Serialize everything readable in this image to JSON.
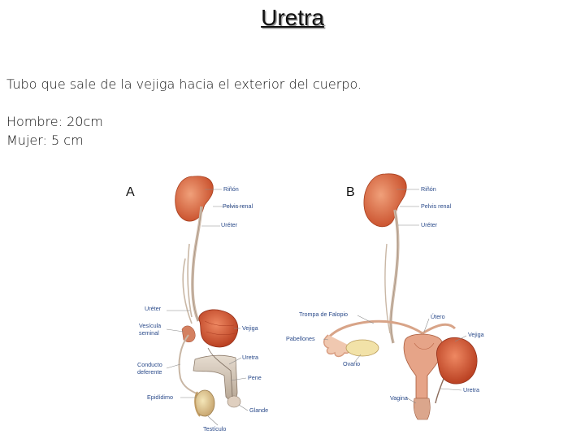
{
  "slide": {
    "title": "Uretra",
    "definition": "Tubo que sale de la vejiga hacia el exterior del cuerpo.",
    "men_length": "Hombre: 20cm",
    "women_length": "Mujer: 5 cm"
  },
  "figure": {
    "male": {
      "panel_label": "A",
      "labels": {
        "rinon": "Riñón",
        "pelvis_renal": "Pelvis renal",
        "ureter_top": "Uréter",
        "ureter_left": "Uréter",
        "vesicula_line1": "Vesícula",
        "vesicula_line2": "seminal",
        "vejiga": "Vejiga",
        "conducto_line1": "Conducto",
        "conducto_line2": "deferente",
        "uretra": "Uretra",
        "pene": "Pene",
        "epididimo": "Epidídimo",
        "glande": "Glande",
        "testiculo": "Testículo"
      }
    },
    "female": {
      "panel_label": "B",
      "labels": {
        "rinon": "Riñón",
        "pelvis_renal": "Pelvis renal",
        "ureter": "Uréter",
        "trompa": "Trompa de Falopio",
        "utero": "Útero",
        "pabellones": "Pabellones",
        "vejiga": "Vejiga",
        "ovario": "Ovario",
        "uretra": "Uretra",
        "vagina": "Vagina"
      }
    },
    "colors": {
      "kidney": "#d9643c",
      "bladder": "#cc4a28",
      "duct": "#c8b8a8",
      "label": "#2a4a8a"
    }
  }
}
